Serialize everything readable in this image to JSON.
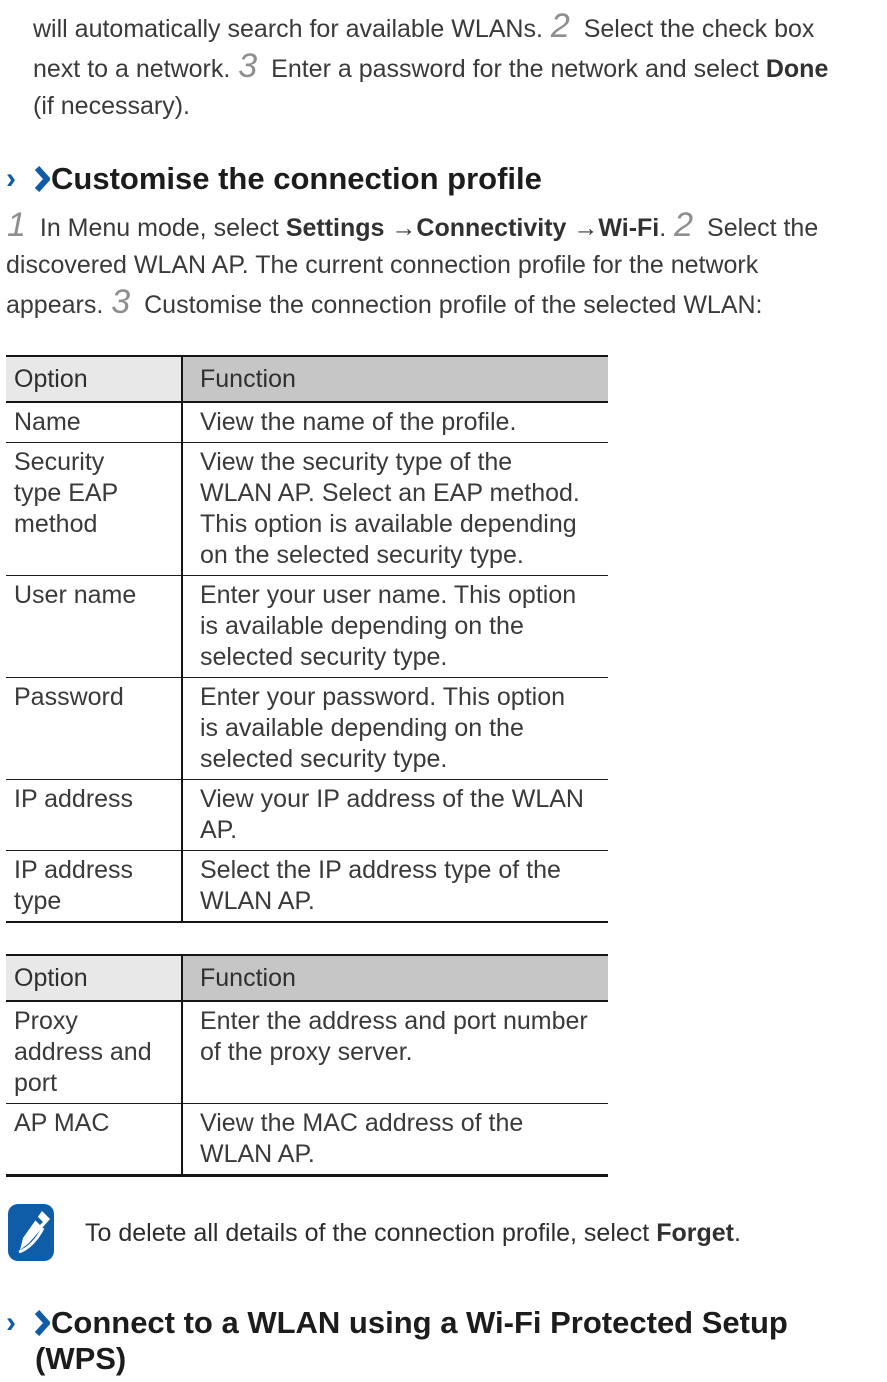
{
  "colors": {
    "accent_blue": "#0f5ca8",
    "option_header_bg": "#e8e8e8",
    "function_header_bg": "#c6c6c6",
    "body_text": "#3a3a3a",
    "step_number_gray": "#8e8e8e"
  },
  "intro_paragraph": {
    "segments": [
      {
        "t": "text",
        "v": "will automatically search for available WLANs. "
      },
      {
        "t": "step",
        "v": "2"
      },
      {
        "t": "text",
        "v": " Select the check box next to a network. "
      },
      {
        "t": "step",
        "v": "3"
      },
      {
        "t": "text",
        "v": " Enter a password for the network and select "
      },
      {
        "t": "bold",
        "v": "Done"
      },
      {
        "t": "text",
        "v": " (if necessary)."
      }
    ]
  },
  "section1": {
    "marker": "›",
    "arrow_icon": "blue-arrow-icon",
    "title": "Customise the connection profile",
    "steps_paragraph": {
      "segments": [
        {
          "t": "step",
          "v": "1"
        },
        {
          "t": "text",
          "v": " In Menu mode, select "
        },
        {
          "t": "bold",
          "v": "Settings"
        },
        {
          "t": "text",
          "v": " →"
        },
        {
          "t": "bold",
          "v": "Connectivity"
        },
        {
          "t": "text",
          "v": " →"
        },
        {
          "t": "bold",
          "v": "Wi-Fi"
        },
        {
          "t": "text",
          "v": ". "
        },
        {
          "t": "step",
          "v": "2"
        },
        {
          "t": "text",
          "v": " Select the discovered WLAN AP. The current connection profile for the network appears. "
        },
        {
          "t": "step",
          "v": "3"
        },
        {
          "t": "text",
          "v": " Customise the connection profile of the selected WLAN:"
        }
      ]
    }
  },
  "table1": {
    "headers": [
      "Option",
      "Function"
    ],
    "rows": [
      [
        "Name",
        "View the name of the profile."
      ],
      [
        "Security type EAP method",
        "View the security type of the WLAN AP. Select an EAP method. This option is available depending on the selected security type."
      ],
      [
        "User name",
        "Enter your user name. This option is available depending on the selected security type."
      ],
      [
        "Password",
        "Enter your password. This option is available depending on the selected security type."
      ],
      [
        "IP address",
        "View your IP address of the WLAN AP."
      ],
      [
        "IP address type",
        "Select the IP address type of the WLAN AP."
      ]
    ]
  },
  "table2": {
    "headers": [
      "Option",
      "Function"
    ],
    "rows": [
      [
        "Proxy address and port",
        "Enter the address and port number of the proxy server."
      ],
      [
        "AP MAC",
        "View the MAC address of the WLAN AP."
      ]
    ]
  },
  "note": {
    "icon": "note-pencil-icon",
    "segments": [
      {
        "t": "text",
        "v": "To delete all details of the connection profile, select "
      },
      {
        "t": "bold",
        "v": "Forget"
      },
      {
        "t": "text",
        "v": "."
      }
    ]
  },
  "section2": {
    "marker": "›",
    "arrow_icon": "blue-arrow-icon",
    "title": "Connect to a WLAN using a Wi-Fi Protected Setup (WPS)"
  }
}
